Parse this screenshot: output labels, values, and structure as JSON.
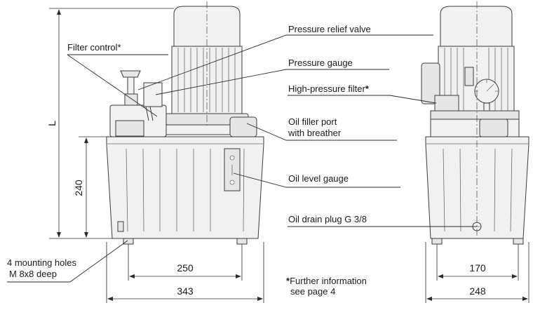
{
  "labels": {
    "filter_control": "Filter control*",
    "pressure_relief_valve": "Pressure relief valve",
    "pressure_gauge": "Pressure gauge",
    "high_pressure_filter": "High-pressure filter",
    "high_pressure_filter_mark": "*",
    "oil_filler_port_line1": "Oil filler port",
    "oil_filler_port_line2": "with breather",
    "oil_level_gauge": "Oil level gauge",
    "oil_drain_plug": "Oil drain plug G 3/8",
    "mounting_holes_line1": "4 mounting holes",
    "mounting_holes_line2": "M 8x8 deep",
    "footnote_mark": "*",
    "footnote_line1": "Further information",
    "footnote_line2": "see page 4"
  },
  "dimensions": {
    "height_total": "L",
    "tank_height": "240",
    "front_hole_spacing": "250",
    "front_width": "343",
    "side_hole_spacing": "170",
    "side_width": "248"
  }
}
